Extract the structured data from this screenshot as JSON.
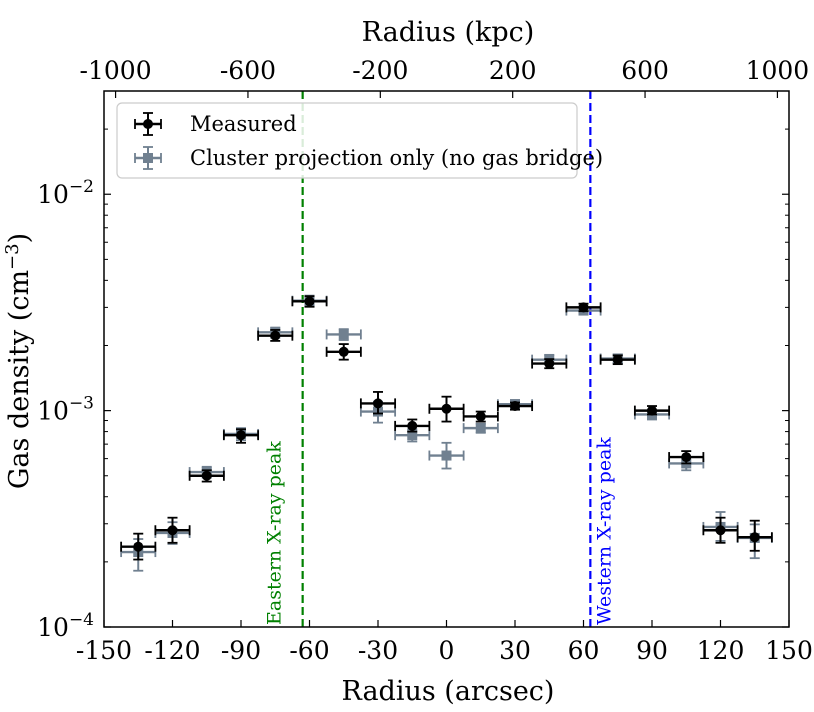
{
  "chart_data": {
    "type": "scatter",
    "xlabel": "Radius (arcsec)",
    "x2label": "Radius (kpc)",
    "ylabel": "Gas density (cm$^{-3}$)",
    "ylabel_base": "Gas density (cm",
    "ylabel_exp": "−3",
    "ylabel_close": ")",
    "xlim": [
      -150,
      150
    ],
    "ylim": [
      0.0001,
      0.03
    ],
    "yscale": "log",
    "x_ticks": [
      -150,
      -120,
      -90,
      -60,
      -30,
      0,
      30,
      60,
      90,
      120,
      150
    ],
    "x_tick_labels": [
      "-150",
      "-120",
      "-90",
      "-60",
      "-30",
      "0",
      "30",
      "60",
      "90",
      "120",
      "150"
    ],
    "x2_ticks": [
      -1000,
      -600,
      -200,
      200,
      600,
      1000
    ],
    "x2_tick_labels": [
      "-1000",
      "-600",
      "-200",
      "200",
      "600",
      "1000"
    ],
    "kpc_per_arcsec": 6.9,
    "y_ticks": [
      {
        "value": 0.01,
        "base": "10",
        "exp": "−2"
      },
      {
        "value": 0.001,
        "base": "10",
        "exp": "−3"
      },
      {
        "value": 0.0001,
        "base": "10",
        "exp": "−4"
      }
    ],
    "legend_position": "upper-left",
    "series": [
      {
        "name": "Measured",
        "color": "#000000",
        "marker": "circle",
        "points": [
          {
            "x": -135,
            "y": 0.000235,
            "xerr": 7.5,
            "ylo": 0.000205,
            "yhi": 0.00027
          },
          {
            "x": -120,
            "y": 0.00028,
            "xerr": 7.5,
            "ylo": 0.000245,
            "yhi": 0.00032
          },
          {
            "x": -105,
            "y": 0.0005,
            "xerr": 7.5,
            "ylo": 0.00047,
            "yhi": 0.00053
          },
          {
            "x": -90,
            "y": 0.00077,
            "xerr": 7.5,
            "ylo": 0.00071,
            "yhi": 0.00082
          },
          {
            "x": -75,
            "y": 0.00222,
            "xerr": 7.5,
            "ylo": 0.0021,
            "yhi": 0.00236
          },
          {
            "x": -60,
            "y": 0.0032,
            "xerr": 7.5,
            "ylo": 0.00302,
            "yhi": 0.00338
          },
          {
            "x": -45,
            "y": 0.00187,
            "xerr": 7.5,
            "ylo": 0.00172,
            "yhi": 0.00203
          },
          {
            "x": -30,
            "y": 0.00108,
            "xerr": 7.5,
            "ylo": 0.00097,
            "yhi": 0.00122
          },
          {
            "x": -15,
            "y": 0.00085,
            "xerr": 7.5,
            "ylo": 0.0008,
            "yhi": 0.00091
          },
          {
            "x": 0,
            "y": 0.00102,
            "xerr": 7.5,
            "ylo": 0.00089,
            "yhi": 0.00116
          },
          {
            "x": 15,
            "y": 0.00094,
            "xerr": 7.5,
            "ylo": 0.00089,
            "yhi": 0.00099
          },
          {
            "x": 30,
            "y": 0.00105,
            "xerr": 7.5,
            "ylo": 0.00101,
            "yhi": 0.00109
          },
          {
            "x": 45,
            "y": 0.00165,
            "xerr": 7.5,
            "ylo": 0.00157,
            "yhi": 0.00173
          },
          {
            "x": 60,
            "y": 0.003,
            "xerr": 7.5,
            "ylo": 0.00288,
            "yhi": 0.00312
          },
          {
            "x": 75,
            "y": 0.00172,
            "xerr": 7.5,
            "ylo": 0.00164,
            "yhi": 0.0018
          },
          {
            "x": 90,
            "y": 0.001,
            "xerr": 7.5,
            "ylo": 0.00096,
            "yhi": 0.00105
          },
          {
            "x": 105,
            "y": 0.00061,
            "xerr": 7.5,
            "ylo": 0.00057,
            "yhi": 0.00065
          },
          {
            "x": 120,
            "y": 0.00028,
            "xerr": 7.5,
            "ylo": 0.000245,
            "yhi": 0.00032
          },
          {
            "x": 135,
            "y": 0.00026,
            "xerr": 7.5,
            "ylo": 0.000225,
            "yhi": 0.00031
          }
        ]
      },
      {
        "name": "Cluster projection only (no gas bridge)",
        "color": "#708090",
        "marker": "square",
        "points": [
          {
            "x": -135,
            "y": 0.000222,
            "xerr": 7.5,
            "ylo": 0.000182,
            "yhi": 0.000255
          },
          {
            "x": -120,
            "y": 0.000272,
            "xerr": 7.5,
            "ylo": 0.000242,
            "yhi": 0.000305
          },
          {
            "x": -105,
            "y": 0.00052,
            "xerr": 7.5,
            "ylo": 0.00049,
            "yhi": 0.00055
          },
          {
            "x": -90,
            "y": 0.00078,
            "xerr": 7.5,
            "ylo": 0.00073,
            "yhi": 0.00083
          },
          {
            "x": -75,
            "y": 0.0023,
            "xerr": 7.5,
            "ylo": 0.00217,
            "yhi": 0.00242
          },
          {
            "x": -60,
            "y": 0.00322,
            "xerr": 7.5,
            "ylo": 0.00305,
            "yhi": 0.0034
          },
          {
            "x": -45,
            "y": 0.00225,
            "xerr": 7.5,
            "ylo": 0.00212,
            "yhi": 0.00238
          },
          {
            "x": -30,
            "y": 0.00099,
            "xerr": 7.5,
            "ylo": 0.00088,
            "yhi": 0.0011
          },
          {
            "x": -15,
            "y": 0.00077,
            "xerr": 7.5,
            "ylo": 0.00072,
            "yhi": 0.00082
          },
          {
            "x": 0,
            "y": 0.00062,
            "xerr": 7.5,
            "ylo": 0.00054,
            "yhi": 0.00071
          },
          {
            "x": 15,
            "y": 0.00083,
            "xerr": 7.5,
            "ylo": 0.00079,
            "yhi": 0.00087
          },
          {
            "x": 30,
            "y": 0.00107,
            "xerr": 7.5,
            "ylo": 0.00102,
            "yhi": 0.00112
          },
          {
            "x": 45,
            "y": 0.00172,
            "xerr": 7.5,
            "ylo": 0.00164,
            "yhi": 0.00181
          },
          {
            "x": 60,
            "y": 0.0029,
            "xerr": 7.5,
            "ylo": 0.00278,
            "yhi": 0.00303
          },
          {
            "x": 75,
            "y": 0.00174,
            "xerr": 7.5,
            "ylo": 0.00166,
            "yhi": 0.00182
          },
          {
            "x": 90,
            "y": 0.00096,
            "xerr": 7.5,
            "ylo": 0.00091,
            "yhi": 0.00101
          },
          {
            "x": 105,
            "y": 0.00057,
            "xerr": 7.5,
            "ylo": 0.00053,
            "yhi": 0.00061
          },
          {
            "x": 120,
            "y": 0.00029,
            "xerr": 7.5,
            "ylo": 0.00025,
            "yhi": 0.00034
          },
          {
            "x": 135,
            "y": 0.000258,
            "xerr": 7.5,
            "ylo": 0.000208,
            "yhi": 0.000298
          }
        ]
      }
    ],
    "vlines": [
      {
        "x": -63,
        "color": "#008000",
        "label": "Eastern X-ray peak"
      },
      {
        "x": 63,
        "color": "#0000ff",
        "label": "Western X-ray peak"
      }
    ]
  }
}
